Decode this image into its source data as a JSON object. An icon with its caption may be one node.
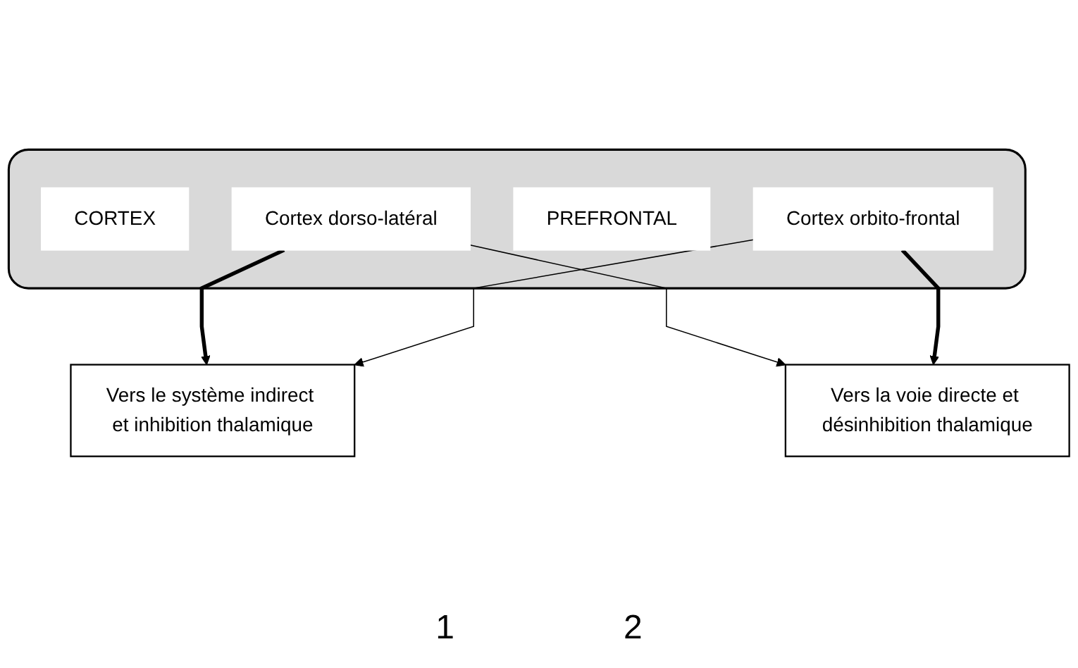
{
  "diagram": {
    "nodes": [
      {
        "text": [],
        "shape": "box"
      },
      {
        "text": [
          "CORTEX"
        ],
        "in": 0
      },
      {
        "text": [
          "Cortex dorso-latéral"
        ],
        "in": 0
      },
      {
        "text": [
          "PREFRONTAL"
        ],
        "in": 0
      },
      {
        "text": [
          "Cortex orbito-frontal"
        ],
        "in": 0
      },
      {
        "text": [
          "Vers la voie directe et désinhibition thalamique"
        ]
      },
      {
        "text": [
          "Vers le système indirect et inhibition thalamique"
        ]
      }
    ],
    "edges": [
      {
        "from": 2,
        "to": 6,
        "arrow": "to",
        "style": "thick"
      },
      {
        "from": 2,
        "to": 5,
        "arrow": "to"
      },
      {
        "from": 4,
        "to": 5,
        "arrow": "to",
        "style": "thick"
      },
      {
        "from": 4,
        "to": 6,
        "arrow": "to"
      }
    ],
    "labels": [
      "1",
      "2"
    ]
  }
}
